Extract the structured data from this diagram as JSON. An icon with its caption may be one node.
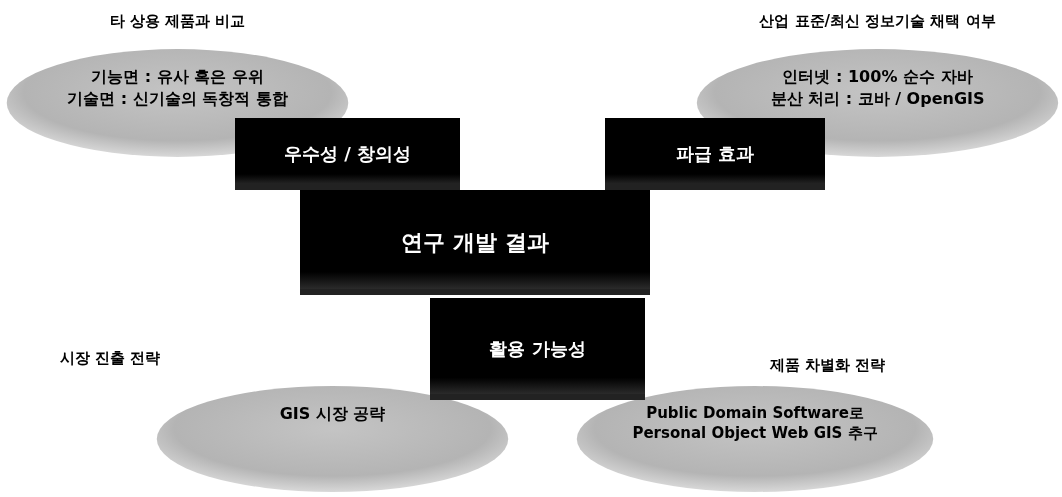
{
  "diagram": {
    "nodes": [
      {
        "text": [
          "타 상용 제품과 비교",
          "기능면 : 유사 혹은 우위",
          "기술면 : 신기술의 독창적 통합"
        ]
      },
      {
        "text": [
          "산업 표준/최신 정보기술 채택 여부",
          "인터넷 : 100% 순수 자바",
          "분산 처리 : 코바 / OpenGIS"
        ]
      },
      {
        "text": [
          "우수성 / 창의성"
        ]
      },
      {
        "text": [
          "파급 효과"
        ]
      },
      {
        "text": [
          "연구 개발 결과"
        ]
      },
      {
        "text": [
          "활용 가능성"
        ]
      },
      {
        "text": [
          "시장 진출 전략",
          "GIS 시장 공략"
        ]
      },
      {
        "text": [
          "제품 차별화 전략",
          "Public Domain Software로 Personal Object Web GIS 추구"
        ]
      }
    ]
  }
}
